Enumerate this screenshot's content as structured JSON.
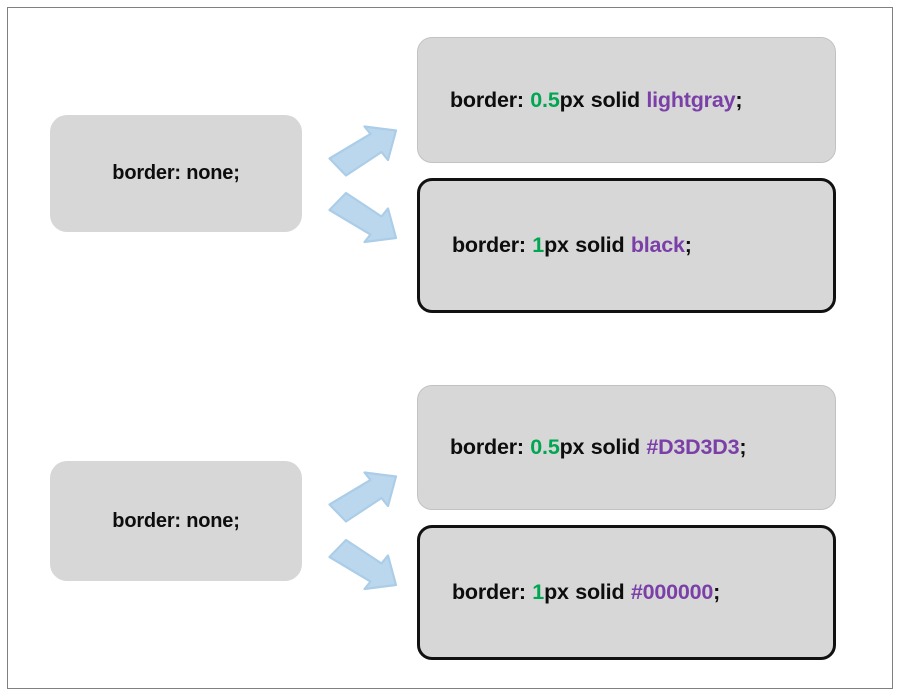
{
  "page": {
    "background_color": "#FFFFFF",
    "frame_border_color": "#808080",
    "box_fill_color": "#D7D7D7",
    "hairline_border_color": "#C2C2C2",
    "thick_border_color": "#111111",
    "arrow_fill_color": "#BBD7EE",
    "arrow_stroke_color": "#A8C9E6",
    "number_color": "#00A651",
    "value_color": "#7B3FA8",
    "text_color": "#0D0D0D"
  },
  "groups": [
    {
      "id": "named-colors",
      "source": {
        "label": "border: none;",
        "icon": "rounded-rect-no-border"
      },
      "arrows": [
        {
          "name": "arrow-up-right",
          "direction": "up-right"
        },
        {
          "name": "arrow-down-right",
          "direction": "down-right"
        }
      ],
      "results": [
        {
          "style": "hairline",
          "property": "border:",
          "number": "0.5",
          "unit": "px",
          "line_style": "solid",
          "value": "lightgray",
          "terminator": ";"
        },
        {
          "style": "thick",
          "property": "border:",
          "number": "1",
          "unit": "px",
          "line_style": "solid",
          "value": "black",
          "terminator": ";"
        }
      ]
    },
    {
      "id": "hex-colors",
      "source": {
        "label": "border: none;",
        "icon": "rounded-rect-no-border"
      },
      "arrows": [
        {
          "name": "arrow-up-right",
          "direction": "up-right"
        },
        {
          "name": "arrow-down-right",
          "direction": "down-right"
        }
      ],
      "results": [
        {
          "style": "hairline",
          "property": "border:",
          "number": "0.5",
          "unit": "px",
          "line_style": "solid",
          "value": "#D3D3D3",
          "terminator": ";"
        },
        {
          "style": "thick",
          "property": "border:",
          "number": "1",
          "unit": "px",
          "line_style": "solid",
          "value": "#000000",
          "terminator": ";"
        }
      ]
    }
  ]
}
